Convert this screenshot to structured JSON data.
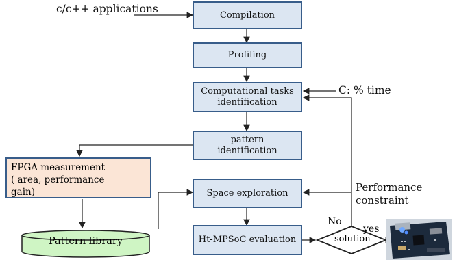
{
  "inputs": {
    "apps": "c/c++ applications",
    "time": "C: % time",
    "performance_line1": "Performance",
    "performance_line2": "constraint"
  },
  "boxes": {
    "compilation": "Compilation",
    "profiling": "Profiling",
    "tasks_line1": "Computational tasks",
    "tasks_line2": "identification",
    "pattern_line1": "pattern",
    "pattern_line2": "identification",
    "space": "Space exploration",
    "evaluation": "Ht-MPSoC evaluation"
  },
  "fpga": {
    "line1": "FPGA measurement",
    "line2": "( area, performance",
    "line3": "gain)"
  },
  "library": "Pattern library",
  "decision": {
    "label": "solution",
    "no": "No",
    "yes": "yes"
  },
  "colors": {
    "box_fill": "#dce6f2",
    "box_border": "#385d8a",
    "fpga_fill": "#fbe5d6",
    "library_fill": "#cff5c4"
  }
}
